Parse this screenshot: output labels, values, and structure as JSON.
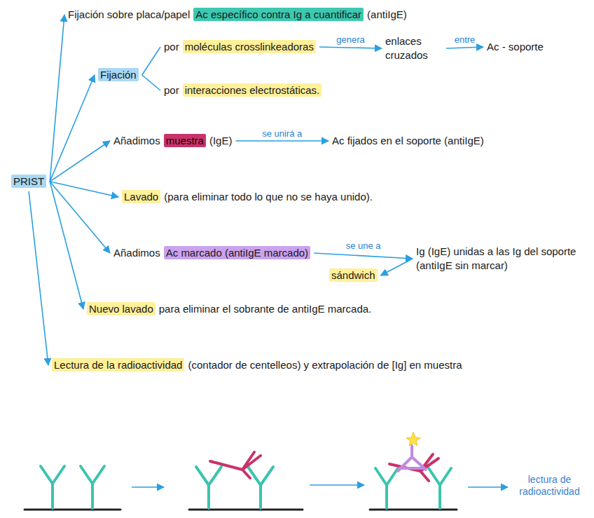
{
  "diagram": {
    "nodes": [
      {
        "text": [
          "PRIST"
        ]
      },
      {
        "text": [
          "Fijación sobre placa/papel",
          "Ac específico contra Ig a cuantificar",
          "(antiIgE)"
        ]
      },
      {
        "text": [
          "Fijación"
        ]
      },
      {
        "text": [
          "por",
          "moléculas crosslinkeadoras"
        ]
      },
      {
        "text": [
          "enlaces cruzados"
        ]
      },
      {
        "text": [
          "Ac - soporte"
        ]
      },
      {
        "text": [
          "por",
          "interacciones electrostáticas."
        ]
      },
      {
        "text": [
          "Añadimos",
          "muestra",
          "(IgE)"
        ]
      },
      {
        "text": [
          "Ac fijados en el soporte (antiIgE)"
        ]
      },
      {
        "text": [
          "Lavado",
          "(para eliminar todo lo que no se haya unido)."
        ]
      },
      {
        "text": [
          "Añadimos",
          "Ac marcado (antiIgE marcado)"
        ]
      },
      {
        "text": [
          "Ig (IgE) unidas a las Ig del soporte (antiIgE sin marcar)"
        ]
      },
      {
        "text": [
          "sándwich"
        ]
      },
      {
        "text": [
          "Nuevo lavado",
          "para eliminar el sobrante de antiIgE marcada."
        ]
      },
      {
        "text": [
          "Lectura de la radioactividad",
          "(contador de centelleos) y extrapolación de [Ig] en muestra"
        ]
      }
    ],
    "edges": [
      {
        "from": 0,
        "to": 1,
        "arrow": "to"
      },
      {
        "from": 0,
        "to": 2,
        "arrow": "to"
      },
      {
        "from": 0,
        "to": 7,
        "arrow": "to"
      },
      {
        "from": 0,
        "to": 9,
        "arrow": "to"
      },
      {
        "from": 0,
        "to": 10,
        "arrow": "to"
      },
      {
        "from": 0,
        "to": 13,
        "arrow": "to"
      },
      {
        "from": 0,
        "to": 14,
        "arrow": "to"
      },
      {
        "from": 2,
        "to": 3,
        "arrow": "none"
      },
      {
        "from": 2,
        "to": 6,
        "arrow": "none"
      },
      {
        "from": 3,
        "to": 4,
        "label": "genera",
        "arrow": "to"
      },
      {
        "from": 4,
        "to": 5,
        "label": "entre",
        "arrow": "to"
      },
      {
        "from": 7,
        "to": 8,
        "label": "se unirá a",
        "arrow": "to"
      },
      {
        "from": 10,
        "to": 11,
        "label": "se une a",
        "arrow": "to"
      },
      {
        "from": 11,
        "to": 12,
        "arrow": "to"
      }
    ],
    "labels": [
      "lectura de radioactividad"
    ]
  }
}
